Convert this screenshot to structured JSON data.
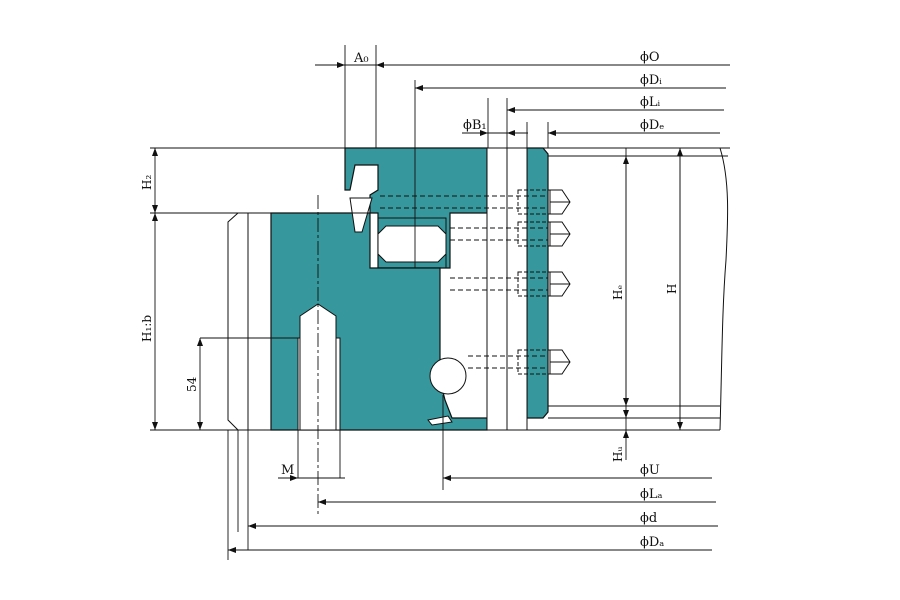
{
  "colors": {
    "section_fill": "#36979c",
    "line": "#111111",
    "background": "#ffffff"
  },
  "labels": {
    "A0": "A₀",
    "phi_O": "ϕO",
    "phi_Di": "ϕDᵢ",
    "phi_Li": "ϕLᵢ",
    "phi_B": "ϕB₁",
    "phi_De": "ϕDₑ",
    "H2": "H₂",
    "H1b": "H₁:b",
    "dim_54": "54",
    "He": "Hₑ",
    "H": "H",
    "Hu": "Hᵤ",
    "M": "M",
    "phi_U": "ϕU",
    "phi_La": "ϕLₐ",
    "phi_d": "ϕd",
    "phi_Da": "ϕDₐ"
  }
}
